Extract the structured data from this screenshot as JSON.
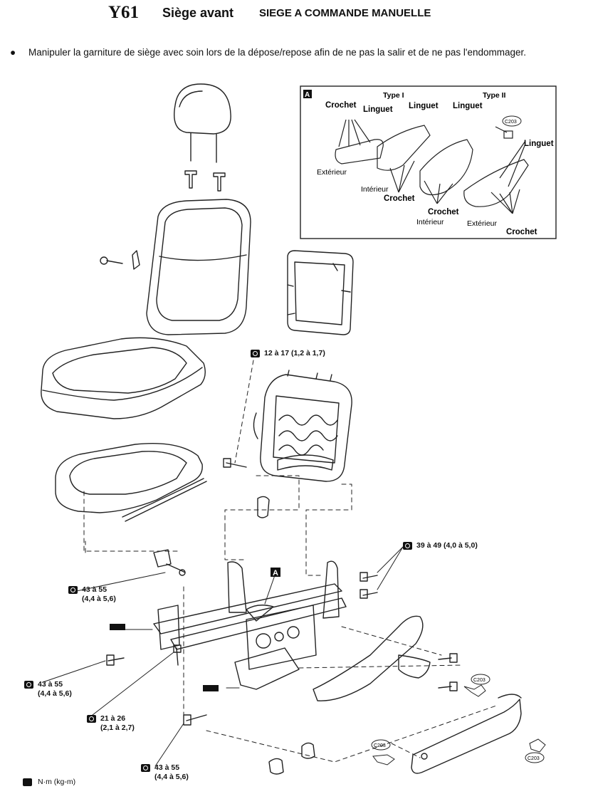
{
  "header": {
    "code": "Y61",
    "title": "Siège avant",
    "subtitle": "SIEGE A COMMANDE MANUELLE"
  },
  "note": "Manipuler la garniture de siège avec soin lors de la dépose/repose afin de ne pas la salir et de ne pas l'endommager.",
  "detail_box": {
    "badge": "A",
    "type1": "Type I",
    "type2": "Type II",
    "crochet": "Crochet",
    "linguet": "Linguet",
    "exterieur": "Extérieur",
    "interieur": "Intérieur",
    "clip_code": "C203"
  },
  "callout_a": "A",
  "torques": {
    "t1": "12 à 17 (1,2 à 1,7)",
    "t2": "39 à 49 (4,0 à 5,0)",
    "t3_l1": "43 à 55",
    "t3_l2": "(4,4 à 5,6)",
    "t4_l1": "43 à 55",
    "t4_l2": "(4,4 à 5,6)",
    "t5_l1": "21 à 26",
    "t5_l2": "(2,1 à 2,7)",
    "t6_l1": "43 à 55",
    "t6_l2": "(4,4 à 5,6)"
  },
  "legend": "N·m (kg-m)"
}
